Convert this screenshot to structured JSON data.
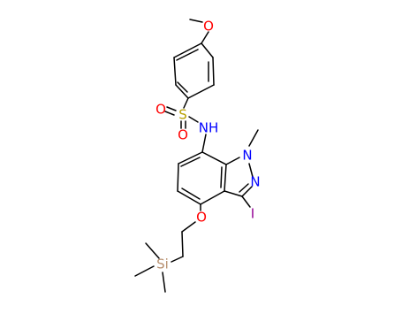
{
  "molecule": {
    "atom_labels": {
      "methoxy_oxygen": "O",
      "sulfonyl_oxygen_left": "O",
      "sulfur": "S",
      "sulfonyl_oxygen_bottom": "O",
      "amide_nitrogen": "NH",
      "indazole_n1": "N",
      "indazole_n2": "N",
      "iodine": "I",
      "ether_oxygen": "O",
      "silicon": "Si"
    },
    "colors": {
      "bond": "#000000",
      "carbon": "#000000",
      "oxygen": "#ff0000",
      "nitrogen": "#0000ff",
      "sulfur": "#b8a000",
      "iodine": "#940094",
      "silicon": "#b89070"
    }
  }
}
